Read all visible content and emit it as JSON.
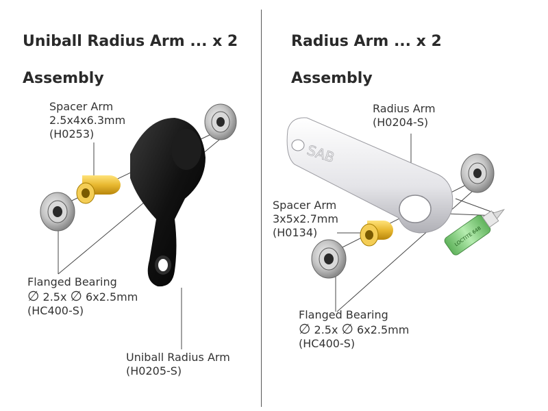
{
  "left_panel": {
    "title_line1": "Uniball Radius Arm  ... x 2",
    "title_line2": "Assembly",
    "spacer": {
      "name": "Spacer Arm",
      "size": "2.5x4x6.3mm",
      "code": "(H0253)"
    },
    "bearing": {
      "name": "Flanged Bearing",
      "size": "2.5x",
      "size2": "6x2.5mm",
      "code": "(HC400-S)"
    },
    "arm": {
      "name": "Uniball Radius Arm",
      "code": "(H0205-S)"
    }
  },
  "right_panel": {
    "title_line1": "Radius Arm  ... x 2",
    "title_line2": "Assembly",
    "arm": {
      "name": "Radius Arm",
      "code": "(H0204-S)",
      "engraving": "SAB"
    },
    "spacer": {
      "name": "Spacer Arm",
      "size": "3x5x2.7mm",
      "code": "(H0134)"
    },
    "bearing": {
      "name": "Flanged Bearing",
      "size": "2.5x",
      "size2": "6x2.5mm",
      "code": "(HC400-S)"
    },
    "loctite": {
      "label": "LOCTITE 648"
    }
  },
  "symbols": {
    "diameter": "∅"
  },
  "colors": {
    "spacer_gold": "#e8b830",
    "arm_black": "#111111",
    "arm_silver": "#e9e9ec",
    "bearing_steel": "#b9b9b9",
    "loctite_green": "#7ed07a"
  }
}
